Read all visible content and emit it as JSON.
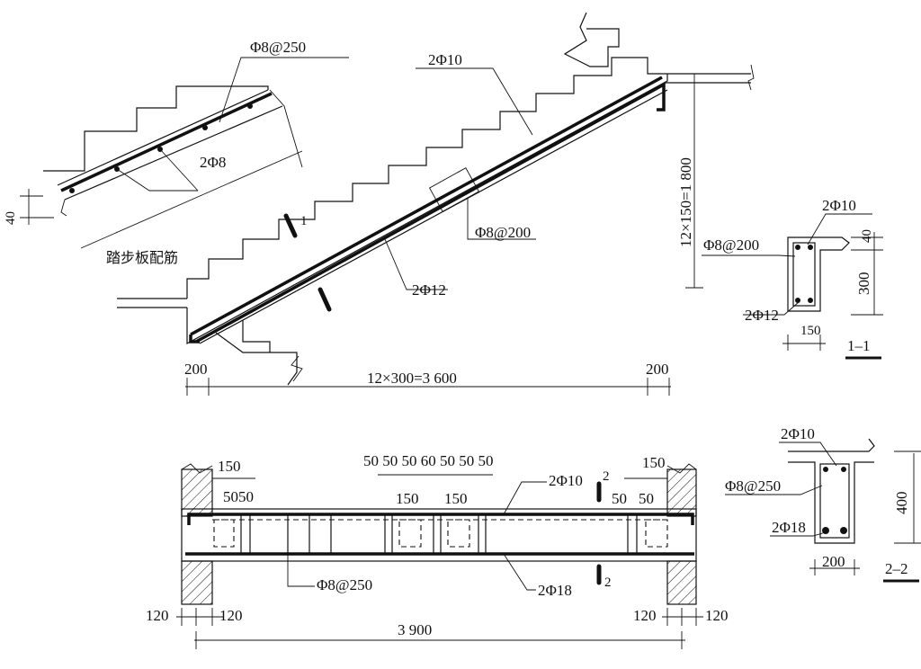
{
  "stair_elevation": {
    "top_bars": "2Φ10",
    "bottom_bars": "2Φ12",
    "stirrups": "Φ8@200",
    "height_dim": "12×150=1 800",
    "run_dim": "12×300=3 600",
    "left_support": "200",
    "right_support": "200",
    "section_mark_1": "1"
  },
  "tread_detail": {
    "distribution_bars": "Φ8@250",
    "main_bars": "2Φ8",
    "cover": "40",
    "caption": "踏步板配筋"
  },
  "section_1_1": {
    "top_bars": "2Φ10",
    "stirrups": "Φ8@200",
    "bottom_bars": "2Φ12",
    "width": "150",
    "height": "300",
    "cover": "40",
    "title": "1–1"
  },
  "beam_elevation": {
    "top_bars": "2Φ10",
    "bottom_bars": "2Φ18",
    "stirrups": "Φ8@250",
    "span": "3 900",
    "wall_left_a": "120",
    "wall_left_b": "120",
    "wall_right_a": "120",
    "wall_right_b": "120",
    "left_150": "150",
    "left_5050": "5050",
    "right_150": "150",
    "right_50a": "50",
    "right_50b": "50",
    "mid_top": "50 50 50 60 50 50 50",
    "mid_150a": "150",
    "mid_150b": "150",
    "section_mark_2": "2"
  },
  "section_2_2": {
    "top_bars": "2Φ10",
    "stirrups": "Φ8@250",
    "bottom_bars": "2Φ18",
    "width": "200",
    "height": "400",
    "title": "2–2"
  }
}
